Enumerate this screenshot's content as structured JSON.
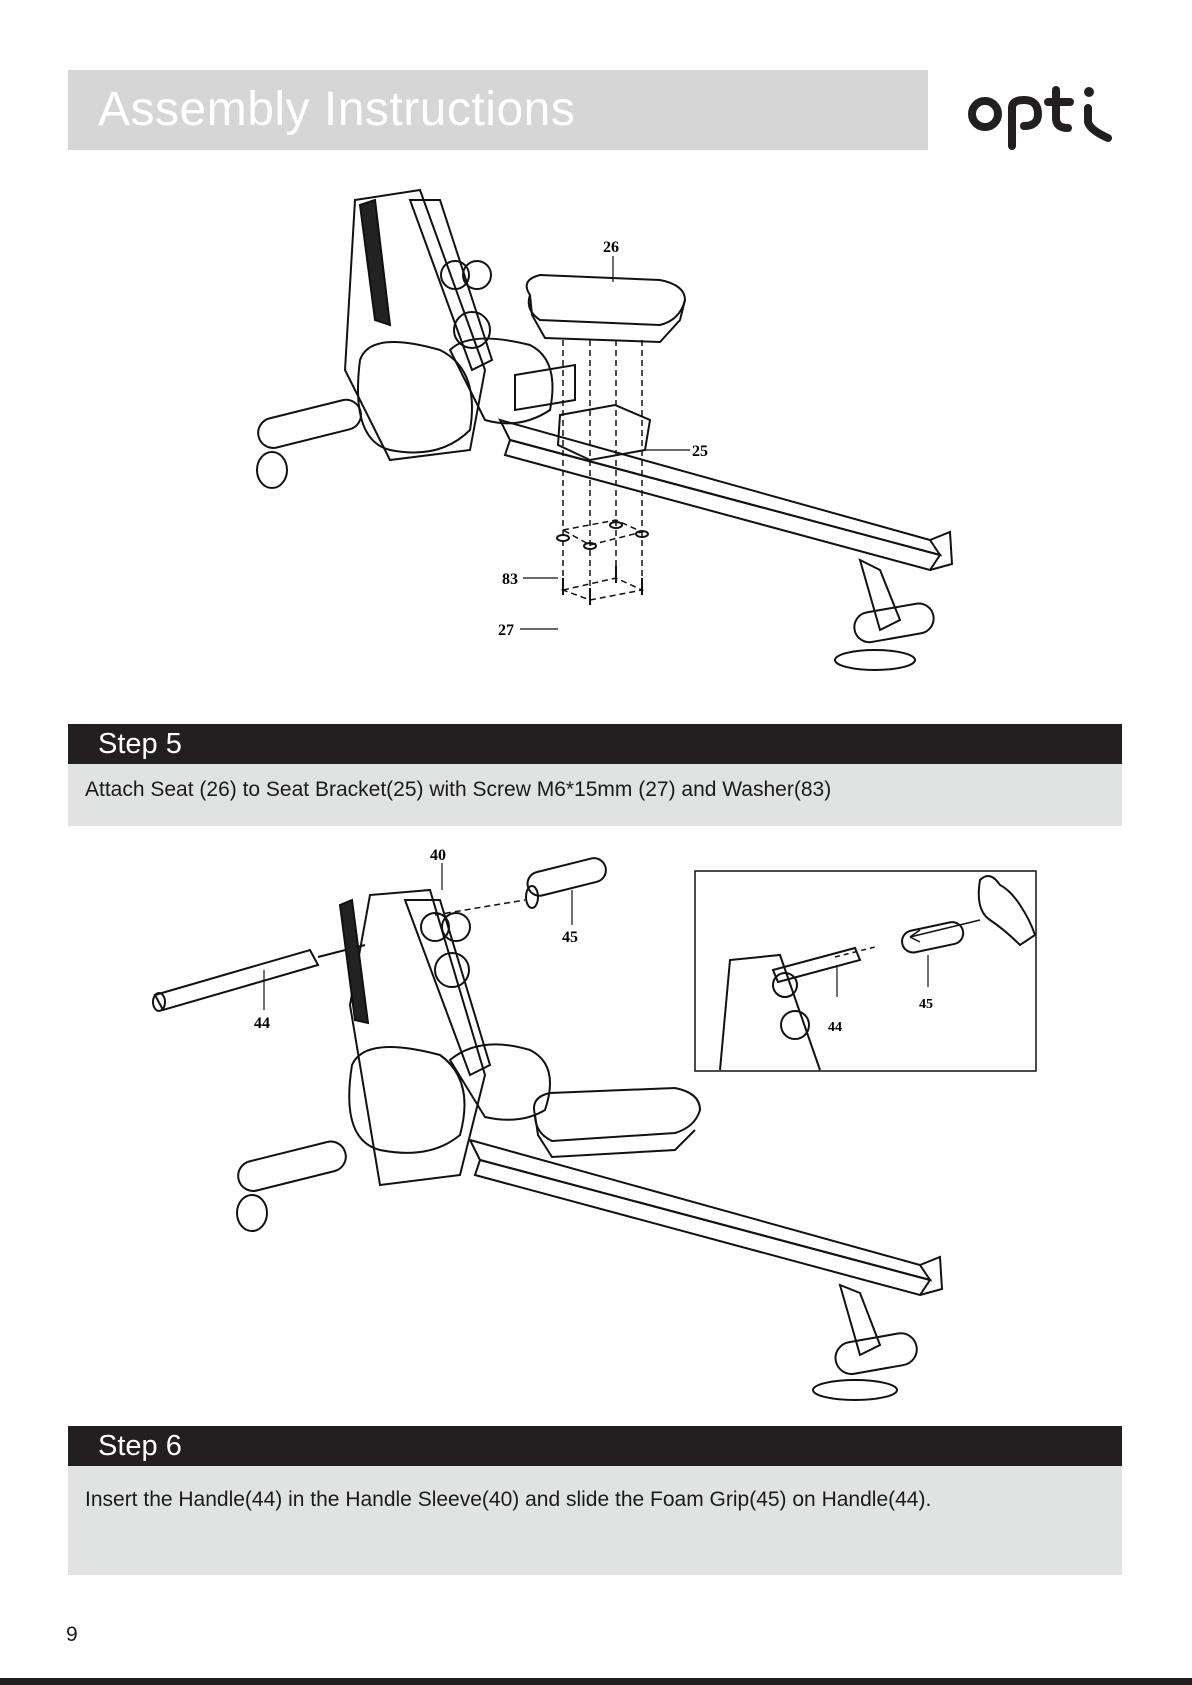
{
  "header": {
    "title": "Assembly Instructions",
    "brand": "opti"
  },
  "step5": {
    "heading": "Step 5",
    "text": "Attach Seat (26) to Seat Bracket(25) with Screw M6*15mm (27) and Washer(83)",
    "labels": [
      "26",
      "25",
      "83",
      "27"
    ]
  },
  "step6": {
    "heading": "Step 6",
    "text": "Insert the Handle(44) in the Handle Sleeve(40) and slide the Foam Grip(45) on Handle(44).",
    "labels": [
      "40",
      "45",
      "44"
    ],
    "inset_labels": [
      "44",
      "45"
    ]
  },
  "footer": {
    "page_number": "9"
  }
}
